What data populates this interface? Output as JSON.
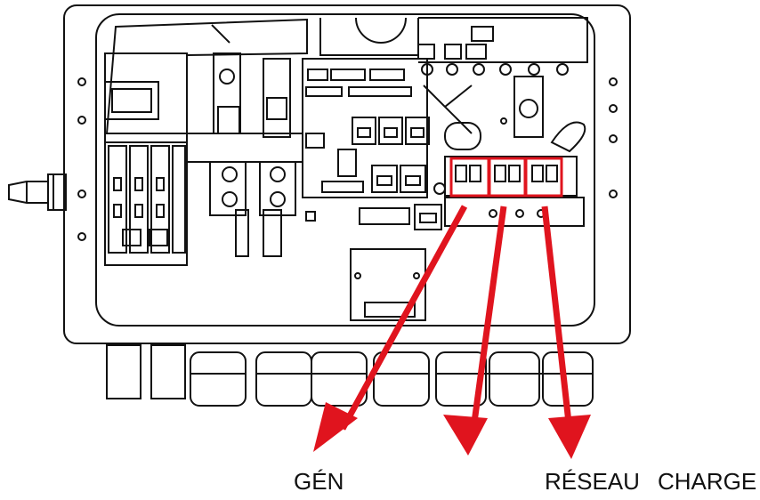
{
  "labels": {
    "gen": "GÉN",
    "grid": "RÉSEAU",
    "load": "CHARGE"
  },
  "colors": {
    "line": "#111111",
    "arrow": "#e0141e",
    "highlight": "#e0141e",
    "background": "#ffffff"
  },
  "icons": [
    "inverter-housing",
    "circuit-breaker",
    "terminal-block",
    "cable-gland",
    "rj45-port",
    "dc-switch"
  ]
}
